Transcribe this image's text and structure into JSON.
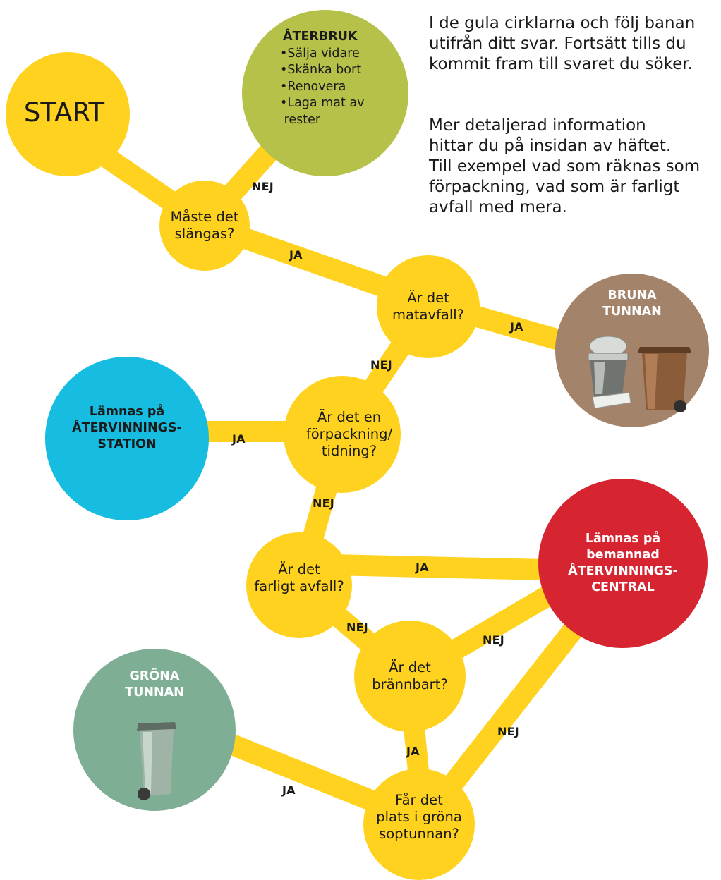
{
  "intro": {
    "paragraph1": "I de gula cirklarna och följ banan\nutifrån ditt svar. Fortsätt tills du\nkommit fram till svaret du söker.",
    "paragraph2": "Mer detaljerad information\nhittar du på insidan av häftet.\nTill exempel vad som räknas som\nförpackning, vad som är farligt\navfall med mera."
  },
  "colors": {
    "path": "#ffd21f",
    "question": "#ffd21f",
    "reuse": "#b6c14a",
    "brown_bin": "#a3836a",
    "recycling_station": "#16bde0",
    "recycling_central": "#d62530",
    "green_bin": "#7eae94"
  },
  "start": {
    "label": "START"
  },
  "reuse": {
    "title": "ÅTERBRUK",
    "items": [
      "•Sälja vidare",
      "•Skänka bort",
      "•Renovera",
      "•Laga mat av\n rester"
    ]
  },
  "questions": {
    "q1": "Måste det\nslängas?",
    "q2": "Är det\nmatavfall?",
    "q3": "Är det en\nförpackning/\ntidning?",
    "q4": "Är det\nfarligt avfall?",
    "q5": "Är det\nbrännbart?",
    "q6": "Får det\nplats i gröna\nsoptunnan?"
  },
  "answers": {
    "q1_nej": "NEJ",
    "q1_ja": "JA",
    "q2_ja": "JA",
    "q2_nej": "NEJ",
    "q3_ja": "JA",
    "q3_nej": "NEJ",
    "q4_ja": "JA",
    "q4_nej": "NEJ",
    "q5_nej": "NEJ",
    "q5_ja": "JA",
    "q6_nej": "NEJ",
    "q6_ja": "JA"
  },
  "outcomes": {
    "brown_bin": "BRUNA\nTUNNAN",
    "recycling_station": "Lämnas på\nÅTERVINNINGS-\nSTATION",
    "recycling_central": "Lämnas på\nbemannad\nÅTERVINNINGS-\nCENTRAL",
    "green_bin": "GRÖNA\nTUNNAN"
  },
  "icons": {
    "brown_bin": "brown-waste-bin-icon",
    "food_caddy": "food-waste-caddy-icon",
    "green_bin": "green-waste-bin-icon"
  }
}
